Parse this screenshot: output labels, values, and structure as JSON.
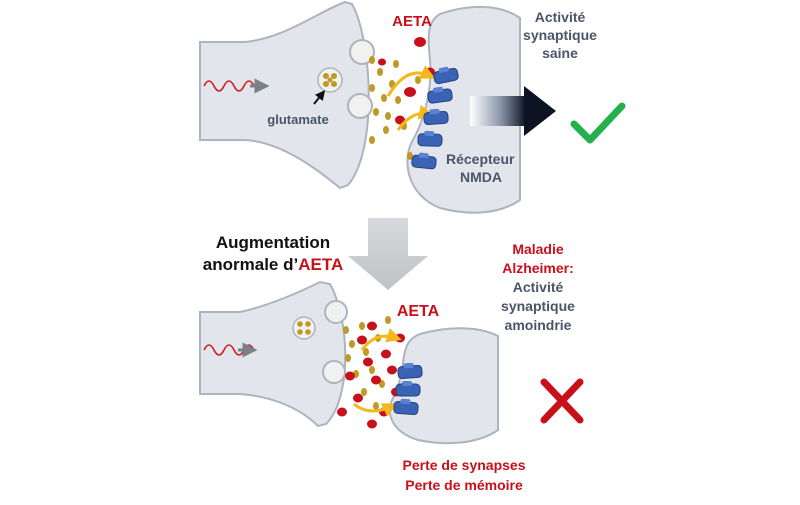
{
  "colors": {
    "membrane_fill": "#e2e6ec",
    "membrane_stroke": "#aeb4bd",
    "vesicle_fill": "#f1f1f1",
    "glutamate": "#bf9a26",
    "aeta": "#c8101a",
    "receptor": "#3a63b5",
    "flow_arrow": "#f4b81c",
    "signal_wave": "#d01c1c",
    "big_arrow": "#c9cbce",
    "label_dark": "#4a5568",
    "label_red": "#c8101a",
    "check": "#23b04d",
    "cross": "#c8101a"
  },
  "icons": [
    "signal-wave-icon",
    "check-icon",
    "cross-icon",
    "down-arrow-icon",
    "activity-arrow-icon"
  ],
  "top_panel": {
    "aeta_label": "AETA",
    "glutamate_label": "glutamate",
    "receptor_label": [
      "Récepteur",
      "NMDA"
    ],
    "healthy_label": [
      "Activité",
      "synaptique",
      "saine"
    ]
  },
  "middle": {
    "increase_label_line1": "Augmentation",
    "increase_label_line2_prefix": "anormale d’",
    "increase_label_line2_highlight": "AETA"
  },
  "bottom_panel": {
    "aeta_label": "AETA",
    "disease_title": [
      "Maladie",
      "Alzheimer:"
    ],
    "disease_detail": [
      "Activité",
      "synaptique",
      "amoindrie"
    ],
    "consequences": [
      "Perte de synapses",
      "Perte de mémoire"
    ]
  }
}
